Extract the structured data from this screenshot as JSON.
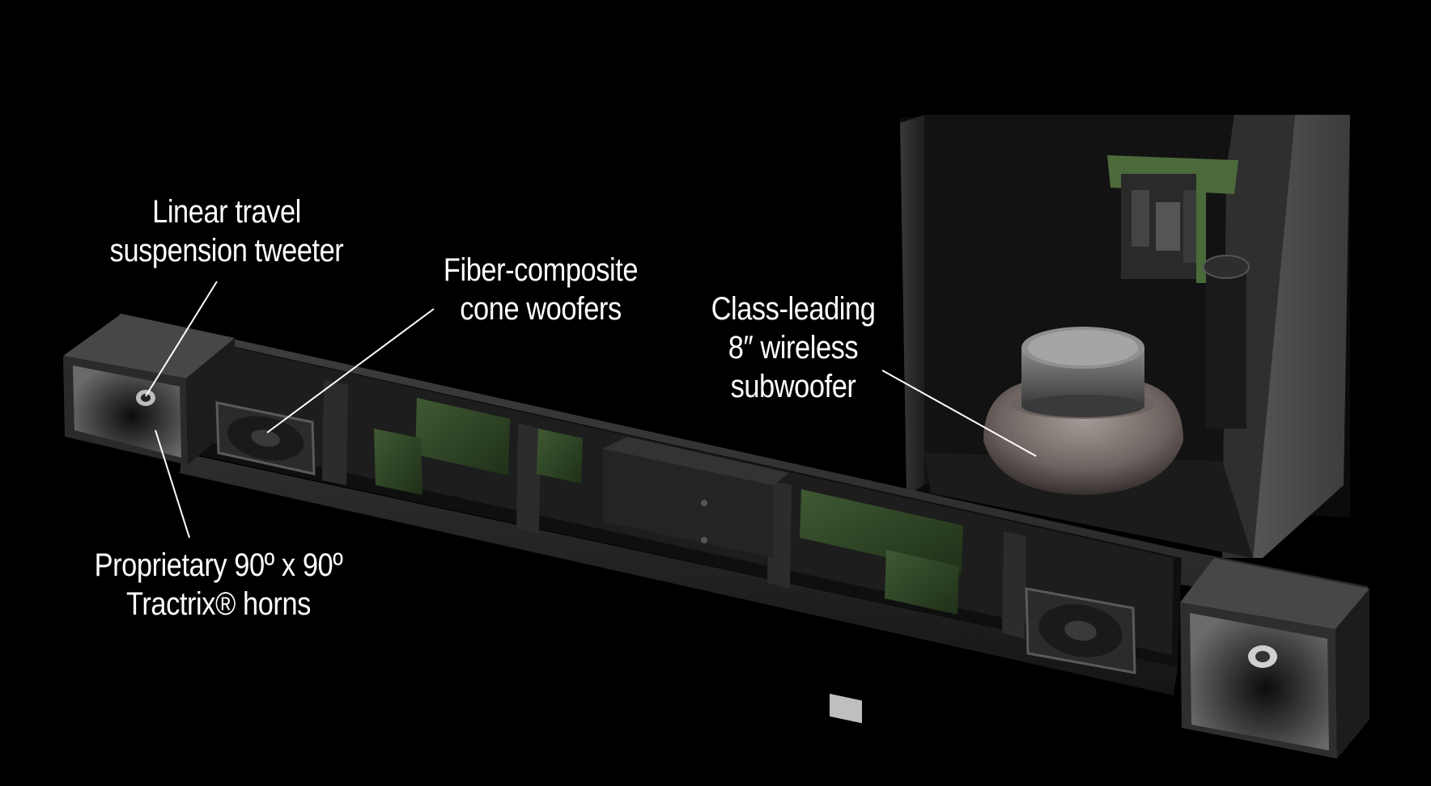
{
  "callouts": {
    "tweeter": {
      "line1": "Linear travel",
      "line2": "suspension tweeter"
    },
    "woofers": {
      "line1": "Fiber-composite",
      "line2": "cone woofers"
    },
    "subwoofer": {
      "line1": "Class-leading",
      "line2": "8″ wireless",
      "line3": "subwoofer"
    },
    "horns": {
      "line1": "Proprietary 90º x 90º",
      "line2": "Tractrix® horns"
    }
  },
  "colors": {
    "background": "#000000",
    "text": "#ffffff",
    "leader_line": "#ffffff"
  }
}
